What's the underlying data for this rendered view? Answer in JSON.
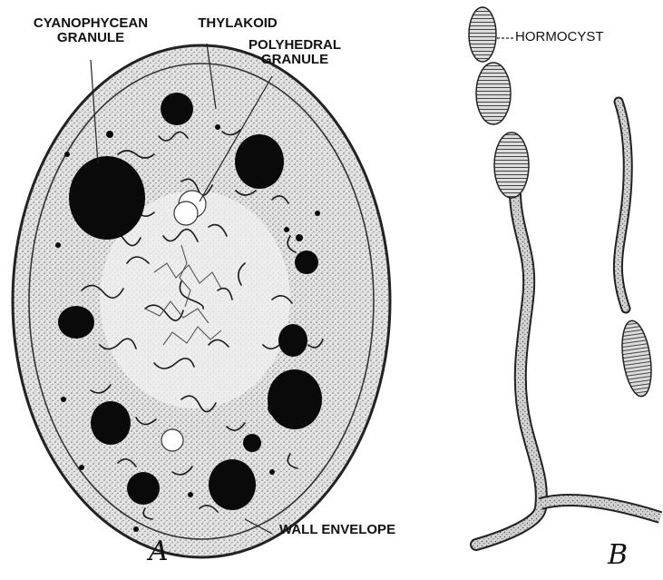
{
  "figure": {
    "labels": {
      "cyanophycean_granule": [
        "CYANOPHYCEAN",
        "GRANULE"
      ],
      "thylakoid": "THYLAKOID",
      "polyhedral_granule": [
        "POLYHEDRAL",
        "GRANULE"
      ],
      "wall_envelope": "WALL ENVELOPE",
      "hormocyst": "HORMOCYST"
    },
    "panels": {
      "a": "A",
      "b": "B"
    },
    "colors": {
      "ink": "#111111",
      "cytoplasm": "#d9d9d9",
      "granule": "#0a0a0a",
      "background": "#ffffff"
    }
  }
}
